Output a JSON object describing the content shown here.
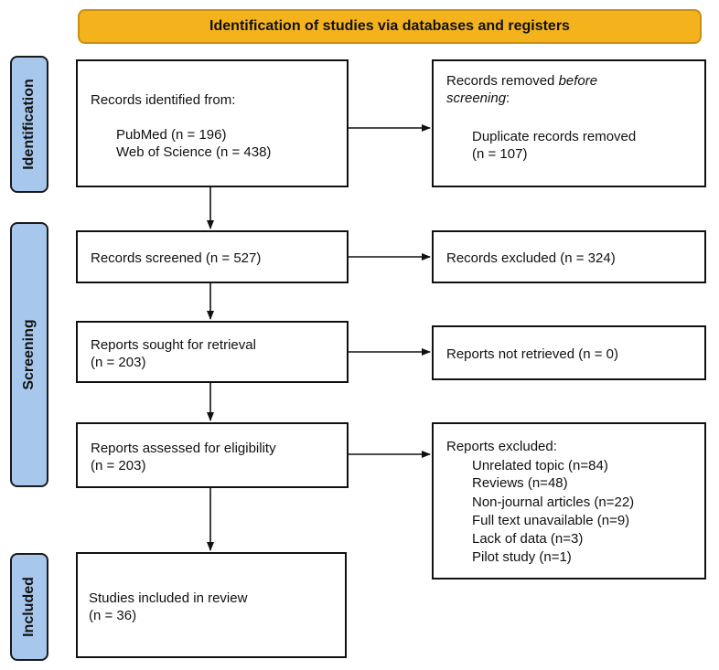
{
  "header": {
    "title": "Identification of studies via databases and registers"
  },
  "phases": {
    "identification": "Identification",
    "screening": "Screening",
    "included": "Included"
  },
  "identified": {
    "title": "Records identified from:",
    "sources": [
      "PubMed (n = 196)",
      "Web of Science (n = 438)"
    ]
  },
  "removed": {
    "title_start": "Records removed ",
    "title_italic_1": "before",
    "title_italic_2": "screening",
    "title_end": ":",
    "detail_1": "Duplicate records removed",
    "detail_2": "(n = 107)"
  },
  "screened": {
    "label": "Records screened (n = 527)"
  },
  "excluded": {
    "label": "Records excluded (n = 324)"
  },
  "sought": {
    "line1": "Reports sought for retrieval",
    "line2": "(n = 203)"
  },
  "not_retrieved": {
    "label": "Reports not retrieved (n = 0)"
  },
  "assessed": {
    "line1": "Reports assessed for eligibility",
    "line2": "(n = 203)"
  },
  "reports_excluded": {
    "title": "Reports excluded:",
    "reasons": [
      "Unrelated topic (n=84)",
      "Reviews (n=48)",
      "Non-journal articles (n=22)",
      "Full text unavailable (n=9)",
      "Lack of data (n=3)",
      "Pilot study (n=1)"
    ]
  },
  "included": {
    "line1": "Studies included in review",
    "line2": "(n = 36)"
  },
  "colors": {
    "header_fill": "#f4b21d",
    "phase_fill": "#a7c8ec",
    "line": "#111111"
  }
}
